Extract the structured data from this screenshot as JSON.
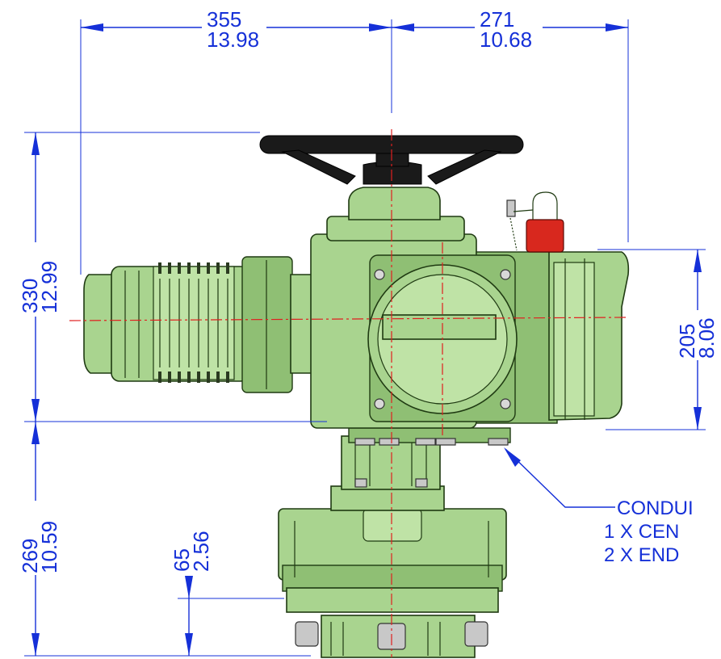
{
  "dimensions": {
    "overall_left": {
      "mm": "355",
      "inch": "13.98"
    },
    "overall_right": {
      "mm": "271",
      "inch": "10.68"
    },
    "upper_height": {
      "mm": "330",
      "inch": "12.99"
    },
    "lower_height": {
      "mm": "269",
      "inch": "10.59"
    },
    "flange_height": {
      "mm": "65",
      "inch": "2.56"
    },
    "cover_height": {
      "mm": "205",
      "inch": "8.06"
    }
  },
  "callout": {
    "line1": "CONDUI",
    "line2": "1 X CEN",
    "line3": "2 X END"
  },
  "colors": {
    "dimension": "#1530d8",
    "centerline": "#e02020",
    "body": "#a9d48f",
    "handwheel": "#1a1a1a",
    "padlock": "#d8281e"
  }
}
